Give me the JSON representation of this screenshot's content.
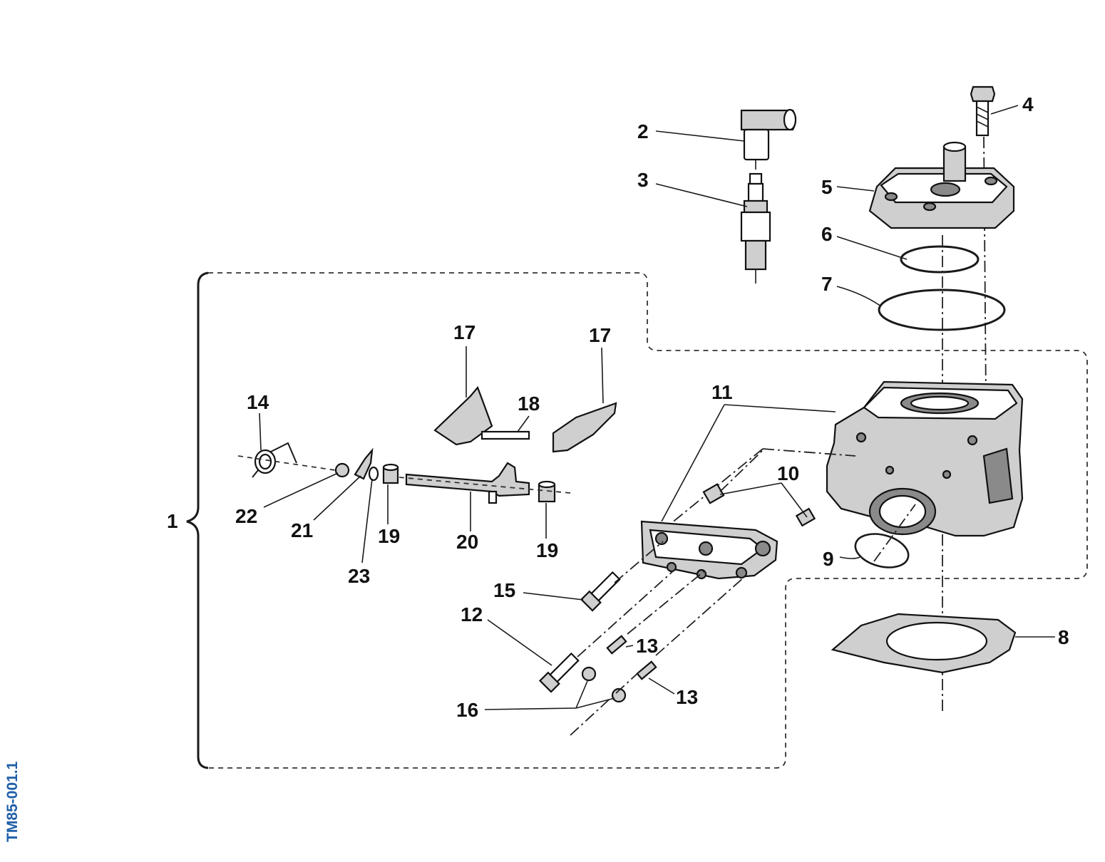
{
  "labels": {
    "l1": "1",
    "l2": "2",
    "l3": "3",
    "l4": "4",
    "l5": "5",
    "l6": "6",
    "l7": "7",
    "l8": "8",
    "l9": "9",
    "l10": "10",
    "l11": "11",
    "l12": "12",
    "l13a": "13",
    "l13b": "13",
    "l14": "14",
    "l15": "15",
    "l16": "16",
    "l17a": "17",
    "l17b": "17",
    "l18": "18",
    "l19a": "19",
    "l19b": "19",
    "l20": "20",
    "l21": "21",
    "l22": "22",
    "l23": "23"
  },
  "drawing_code": "TM85-001.1",
  "colors": {
    "ink": "#111111",
    "code": "#1f5fa8",
    "shade": "#8a8a8a",
    "light": "#cfcfcf"
  }
}
